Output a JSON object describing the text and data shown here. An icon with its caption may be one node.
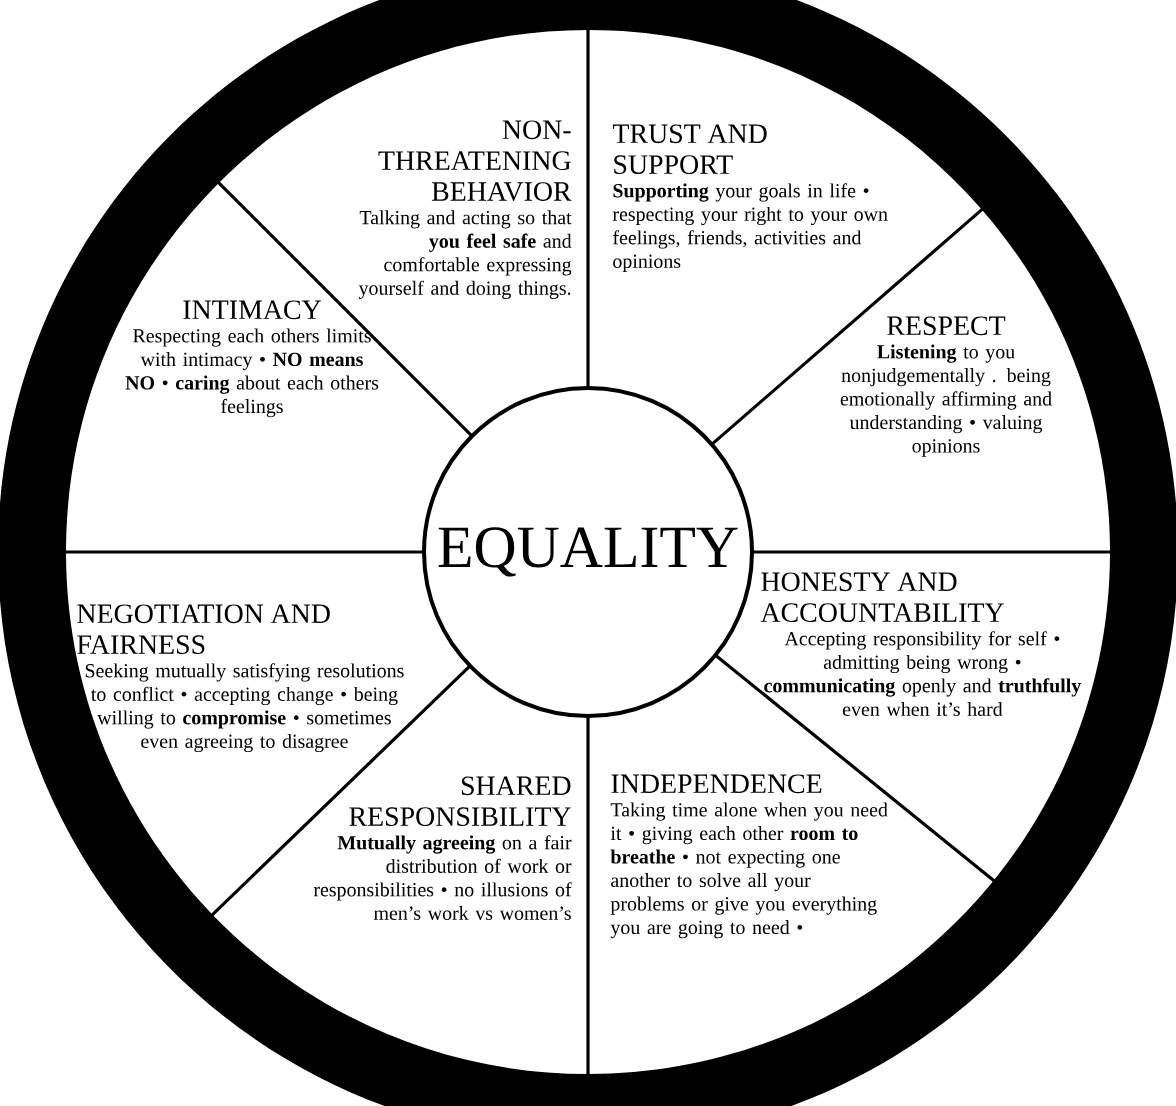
{
  "diagram": {
    "nodes": [
      {
        "text": [
          "EQUALITY"
        ]
      },
      {
        "text": [
          "TRUST AND SUPPORT",
          "**Supporting** your goals in life • respecting your right to your own feelings, friends, activities and opinions"
        ]
      },
      {
        "text": [
          "RESPECT",
          "**Listening** to you nonjudgementally . being emotionally affirming and understanding • valuing opinions"
        ]
      },
      {
        "text": [
          "HONESTY AND ACCOUNTABILITY",
          "Accepting responsibility for self • admitting being wrong • **communicating** openly and **truthfully** even when it’s hard"
        ]
      },
      {
        "text": [
          "INDEPENDENCE",
          "Taking time alone when you need it • giving each other **room to breathe** • not expecting one another to solve all your problems or give you everything you are going to need •"
        ]
      },
      {
        "text": [
          "SHARED RESPONSIBILITY",
          "**Mutually agreeing** on a fair distribution of work or responsibilities • no illusions of men’s work vs women’s"
        ]
      },
      {
        "text": [
          "NEGOTIATION AND FAIRNESS",
          "Seeking mutually satisfying resolutions to conflict • accepting change • being willing to **compromise** • sometimes even agreeing to disagree"
        ]
      },
      {
        "text": [
          "INTIMACY",
          "Respecting each others limits with intimacy • **NO means NO** • **caring** about each others feelings"
        ]
      },
      {
        "text": [
          "NON-THREATENING BEHAVIOR",
          "Talking and acting so that **you feel safe** and comfortable expressing yourself and doing things."
        ]
      }
    ]
  }
}
